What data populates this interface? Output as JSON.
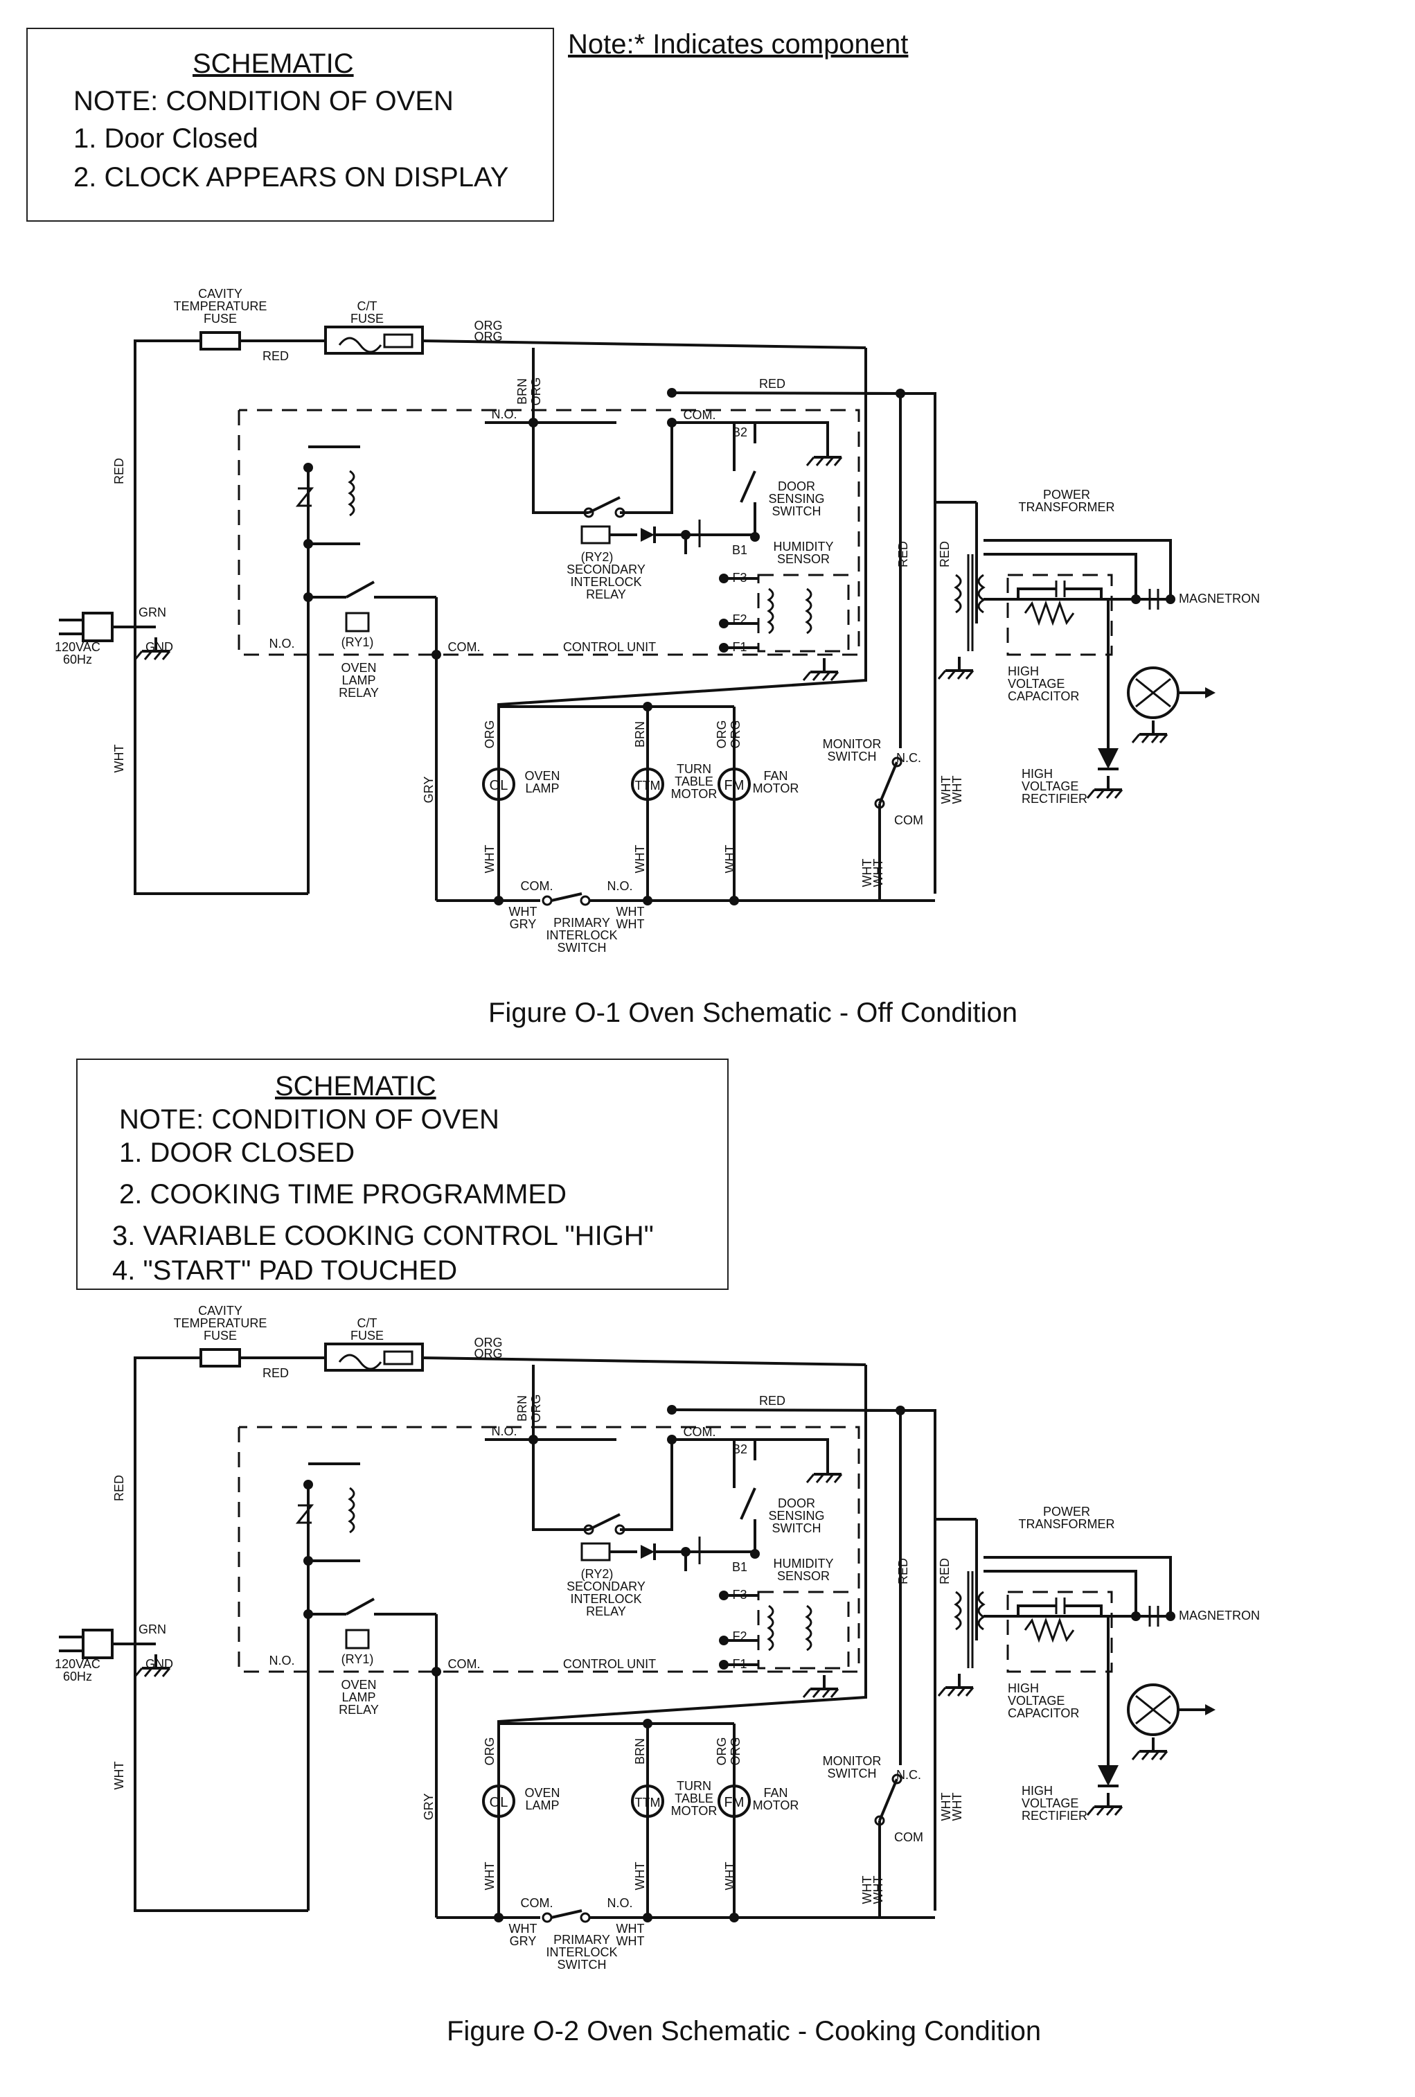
{
  "top_note": "Note:* Indicates component",
  "figure1": {
    "note_title": "SCHEMATIC",
    "note_lines": [
      "NOTE: CONDITION OF OVEN",
      "1. Door Closed",
      "2. CLOCK APPEARS ON DISPLAY"
    ],
    "caption": "Figure O-1 Oven Schematic - Off  Condition"
  },
  "figure2": {
    "note_title": "SCHEMATIC",
    "note_lines": [
      "NOTE: CONDITION OF OVEN",
      "1. DOOR CLOSED",
      "2. COOKING TIME PROGRAMMED",
      "3. VARIABLE COOKING CONTROL \"HIGH\"",
      "4. \"START\" PAD TOUCHED"
    ],
    "caption": "Figure O-2 Oven Schematic - Cooking Condition"
  },
  "labels": {
    "cavity_fuse": [
      "CAVITY",
      "TEMPERATURE",
      "FUSE"
    ],
    "ct_fuse": [
      "C/T",
      "FUSE"
    ],
    "red": "RED",
    "org": "ORG",
    "brn": "BRN",
    "wht": "WHT",
    "gry": "GRY",
    "grn": "GRN",
    "gnd": "GND",
    "no": "N.O.",
    "nc": "N.C.",
    "com": "COM.",
    "com_short": "COM",
    "b1": "B1",
    "b2": "B2",
    "f1": "F1",
    "f2": "F2",
    "f3": "F3",
    "power_in": [
      "120VAC",
      "60Hz"
    ],
    "door_switch": [
      "DOOR",
      "SENSING",
      "SWITCH"
    ],
    "ry2": "(RY2)",
    "ry2_name": [
      "SECONDARY",
      "INTERLOCK",
      "RELAY"
    ],
    "humidity": [
      "HUMIDITY",
      "SENSOR"
    ],
    "ry1": "(RY1)",
    "ry1_name": [
      "OVEN",
      "LAMP",
      "RELAY"
    ],
    "control_unit": "CONTROL UNIT",
    "ol": "OL",
    "oven_lamp": [
      "OVEN",
      "LAMP"
    ],
    "ttm": "TTM",
    "ttm_name": [
      "TURN",
      "TABLE",
      "MOTOR"
    ],
    "fm": "FM",
    "fan_motor": [
      "FAN",
      "MOTOR"
    ],
    "monitor": [
      "MONITOR",
      "SWITCH"
    ],
    "primary": [
      "PRIMARY",
      "INTERLOCK",
      "SWITCH"
    ],
    "transformer": [
      "POWER",
      "TRANSFORMER"
    ],
    "magnetron": "MAGNETRON",
    "hv_cap": [
      "HIGH",
      "VOLTAGE",
      "CAPACITOR"
    ],
    "hv_rect": [
      "HIGH",
      "VOLTAGE",
      "RECTIFIER"
    ]
  }
}
